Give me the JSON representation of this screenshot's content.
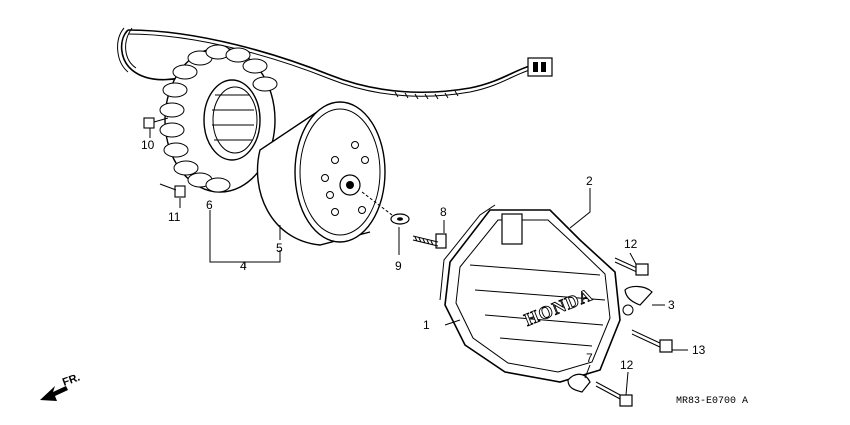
{
  "callouts": {
    "c1": "1",
    "c2": "2",
    "c3": "3",
    "c4": "4",
    "c5": "5",
    "c6": "6",
    "c7": "7",
    "c8": "8",
    "c9": "9",
    "c10": "10",
    "c11": "11",
    "c12a": "12",
    "c12b": "12",
    "c13": "13"
  },
  "direction_label": "FR.",
  "cover_logo": "HONDA",
  "diagram_code": "MR83-E0700 A"
}
